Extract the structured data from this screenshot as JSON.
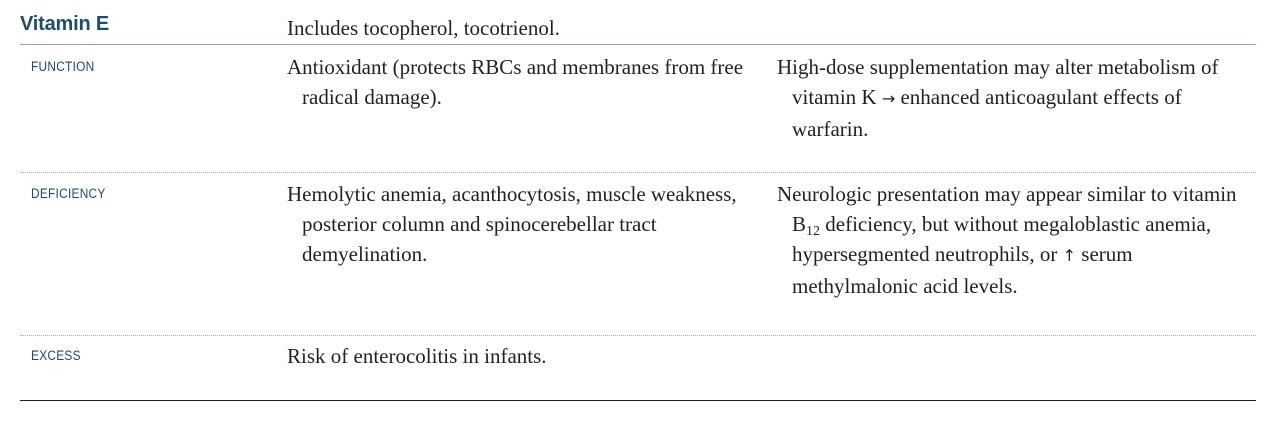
{
  "title": "Vitamin E",
  "intro": "Includes tocopherol, tocotrienol.",
  "rows": [
    {
      "label": "FUNCTION",
      "col1": "Antioxidant (protects RBCs and membranes from free radical damage).",
      "col2_a": "High-dose supplementation may alter metabolism of vitamin K ",
      "col2_arrow": "→",
      "col2_b": " enhanced anticoagulant effects of warfarin."
    },
    {
      "label": "DEFICIENCY",
      "col1": "Hemolytic anemia, acanthocytosis, muscle weakness, posterior column and spinocerebellar tract demyelination.",
      "col2_a": "Neurologic presentation may appear similar to vitamin B",
      "col2_sub": "12",
      "col2_b": " deficiency, but without megaloblastic anemia, hypersegmented neutrophils, or ",
      "col2_arrow": "↑",
      "col2_c": " serum methylmalonic acid levels."
    },
    {
      "label": "EXCESS",
      "col1": "Risk of enterocolitis in infants."
    }
  ]
}
